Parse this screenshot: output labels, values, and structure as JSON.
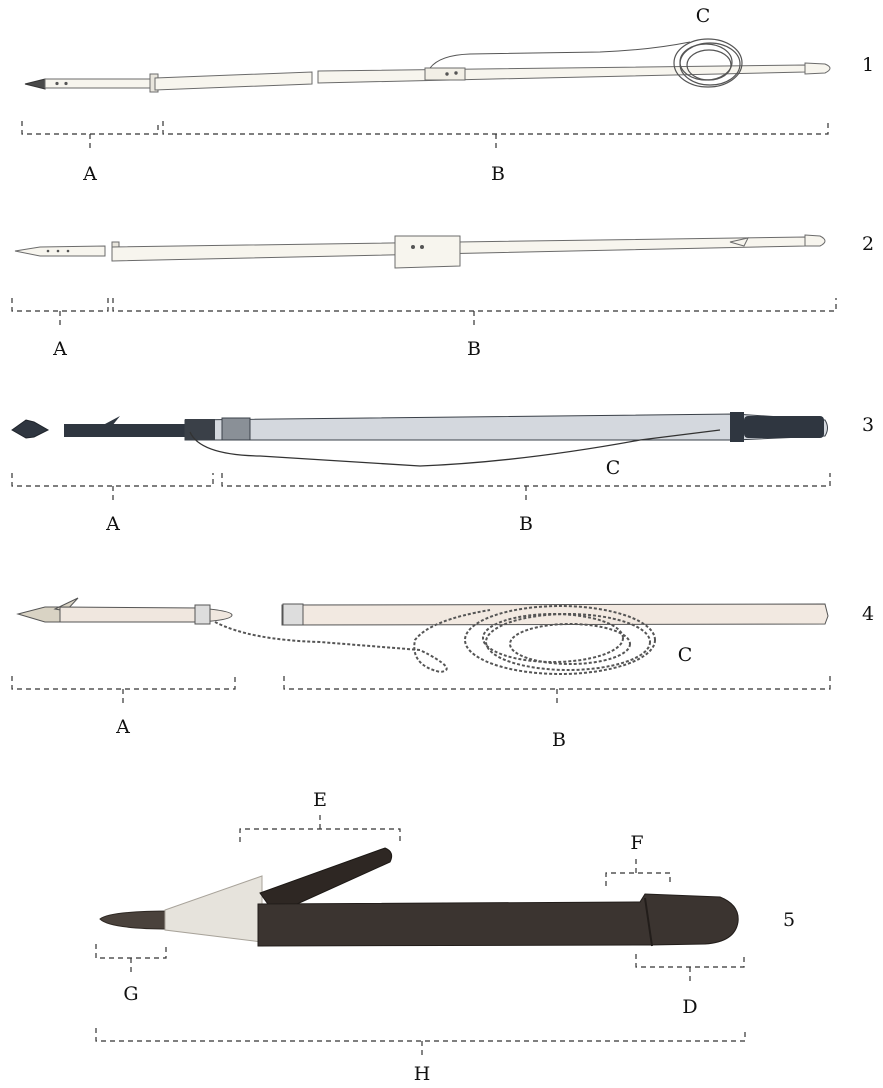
{
  "figures": [
    {
      "number": "1",
      "labels": {
        "A": "A",
        "B": "B",
        "C": "C"
      }
    },
    {
      "number": "2",
      "labels": {
        "A": "A",
        "B": "B"
      }
    },
    {
      "number": "3",
      "labels": {
        "A": "A",
        "B": "B",
        "C": "C"
      }
    },
    {
      "number": "4",
      "labels": {
        "A": "A",
        "B": "B",
        "C": "C"
      }
    },
    {
      "number": "5",
      "labels": {
        "D": "D",
        "E": "E",
        "F": "F",
        "G": "G",
        "H": "H"
      }
    }
  ],
  "colors": {
    "ink": "#333333",
    "drawing_line": "#6b6b6b",
    "shaft_fill": "#f7f5ee",
    "dark_wood": "#2f3640",
    "bone": "#e6e3dc",
    "corroded_metal": "#3b3430",
    "line_rope": "#555555"
  }
}
